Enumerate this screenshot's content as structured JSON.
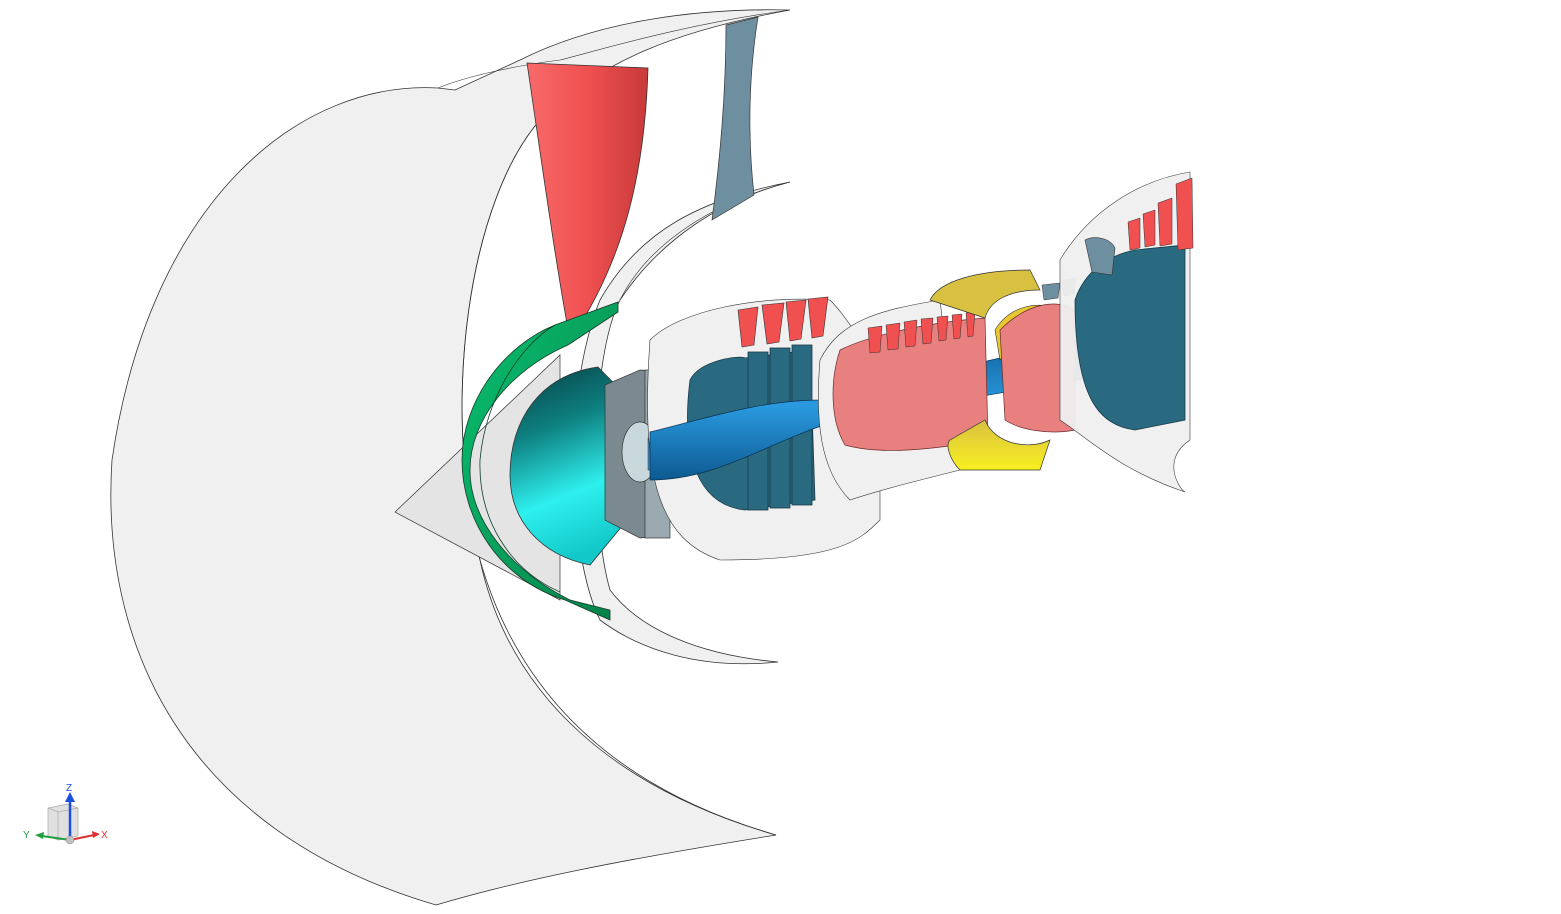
{
  "viewport": {
    "background": "#ffffff",
    "model": "turbofan-engine-cutaway",
    "colors": {
      "nacelle": "#f0f0f0",
      "nacelle_edge": "#333333",
      "fan_blade": "#f05050",
      "outlet_guide_vane": "#6e8fa0",
      "spinner_ring": "#0aa860",
      "spinner_cone": "#20d8d8",
      "bearing_housing": "#8a9aa0",
      "lp_compressor": "#2a6a80",
      "hp_compressor": "#e88080",
      "shaft": "#1a80c0",
      "combustor": "#f0d020",
      "turbine": "#2a6a80",
      "turbine_blades": "#f05050"
    }
  },
  "triad": {
    "z_label": "Z",
    "y_label": "Y",
    "x_label": "X",
    "z_color": "#1a4fe0",
    "y_color": "#20a040",
    "x_color": "#e03030"
  }
}
